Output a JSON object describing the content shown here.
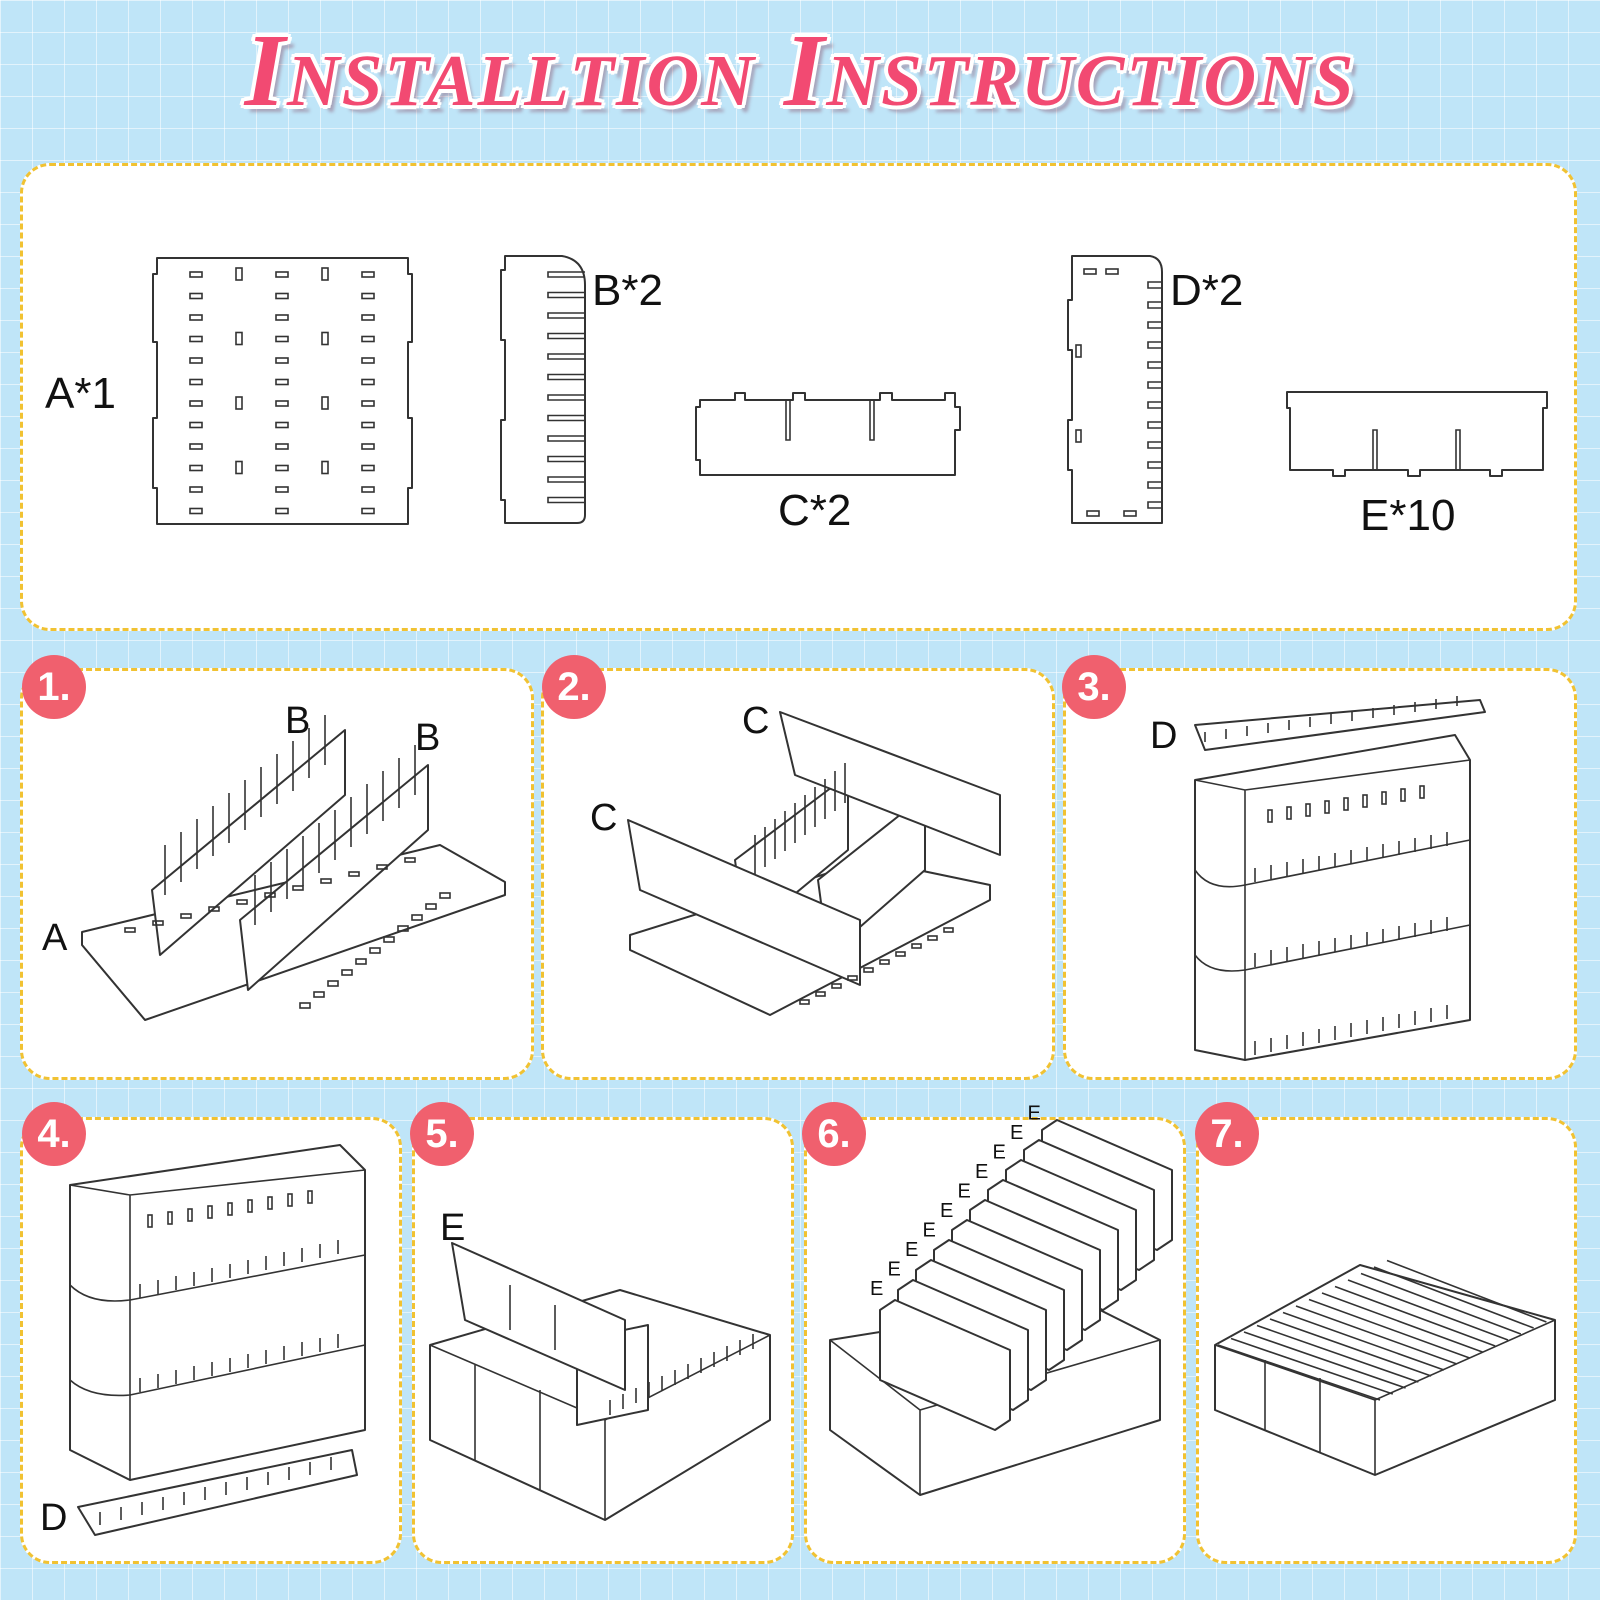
{
  "title": "Installtion Instructions",
  "parts": {
    "a": "A*1",
    "b": "B*2",
    "c": "C*2",
    "d": "D*2",
    "e": "E*10"
  },
  "steps": [
    {
      "number": "1.",
      "labels": [
        "A",
        "B",
        "B"
      ]
    },
    {
      "number": "2.",
      "labels": [
        "C",
        "C"
      ]
    },
    {
      "number": "3.",
      "labels": [
        "D"
      ]
    },
    {
      "number": "4.",
      "labels": [
        "D"
      ]
    },
    {
      "number": "5.",
      "labels": [
        "E"
      ]
    },
    {
      "number": "6.",
      "labels": [
        "E",
        "E",
        "E",
        "E",
        "E",
        "E",
        "E",
        "E",
        "E",
        "E"
      ]
    },
    {
      "number": "7.",
      "labels": []
    }
  ],
  "colors": {
    "background": "#bfe5f8",
    "title": "#f24a72",
    "panel_border": "#f1c232",
    "badge": "#f0606e"
  }
}
